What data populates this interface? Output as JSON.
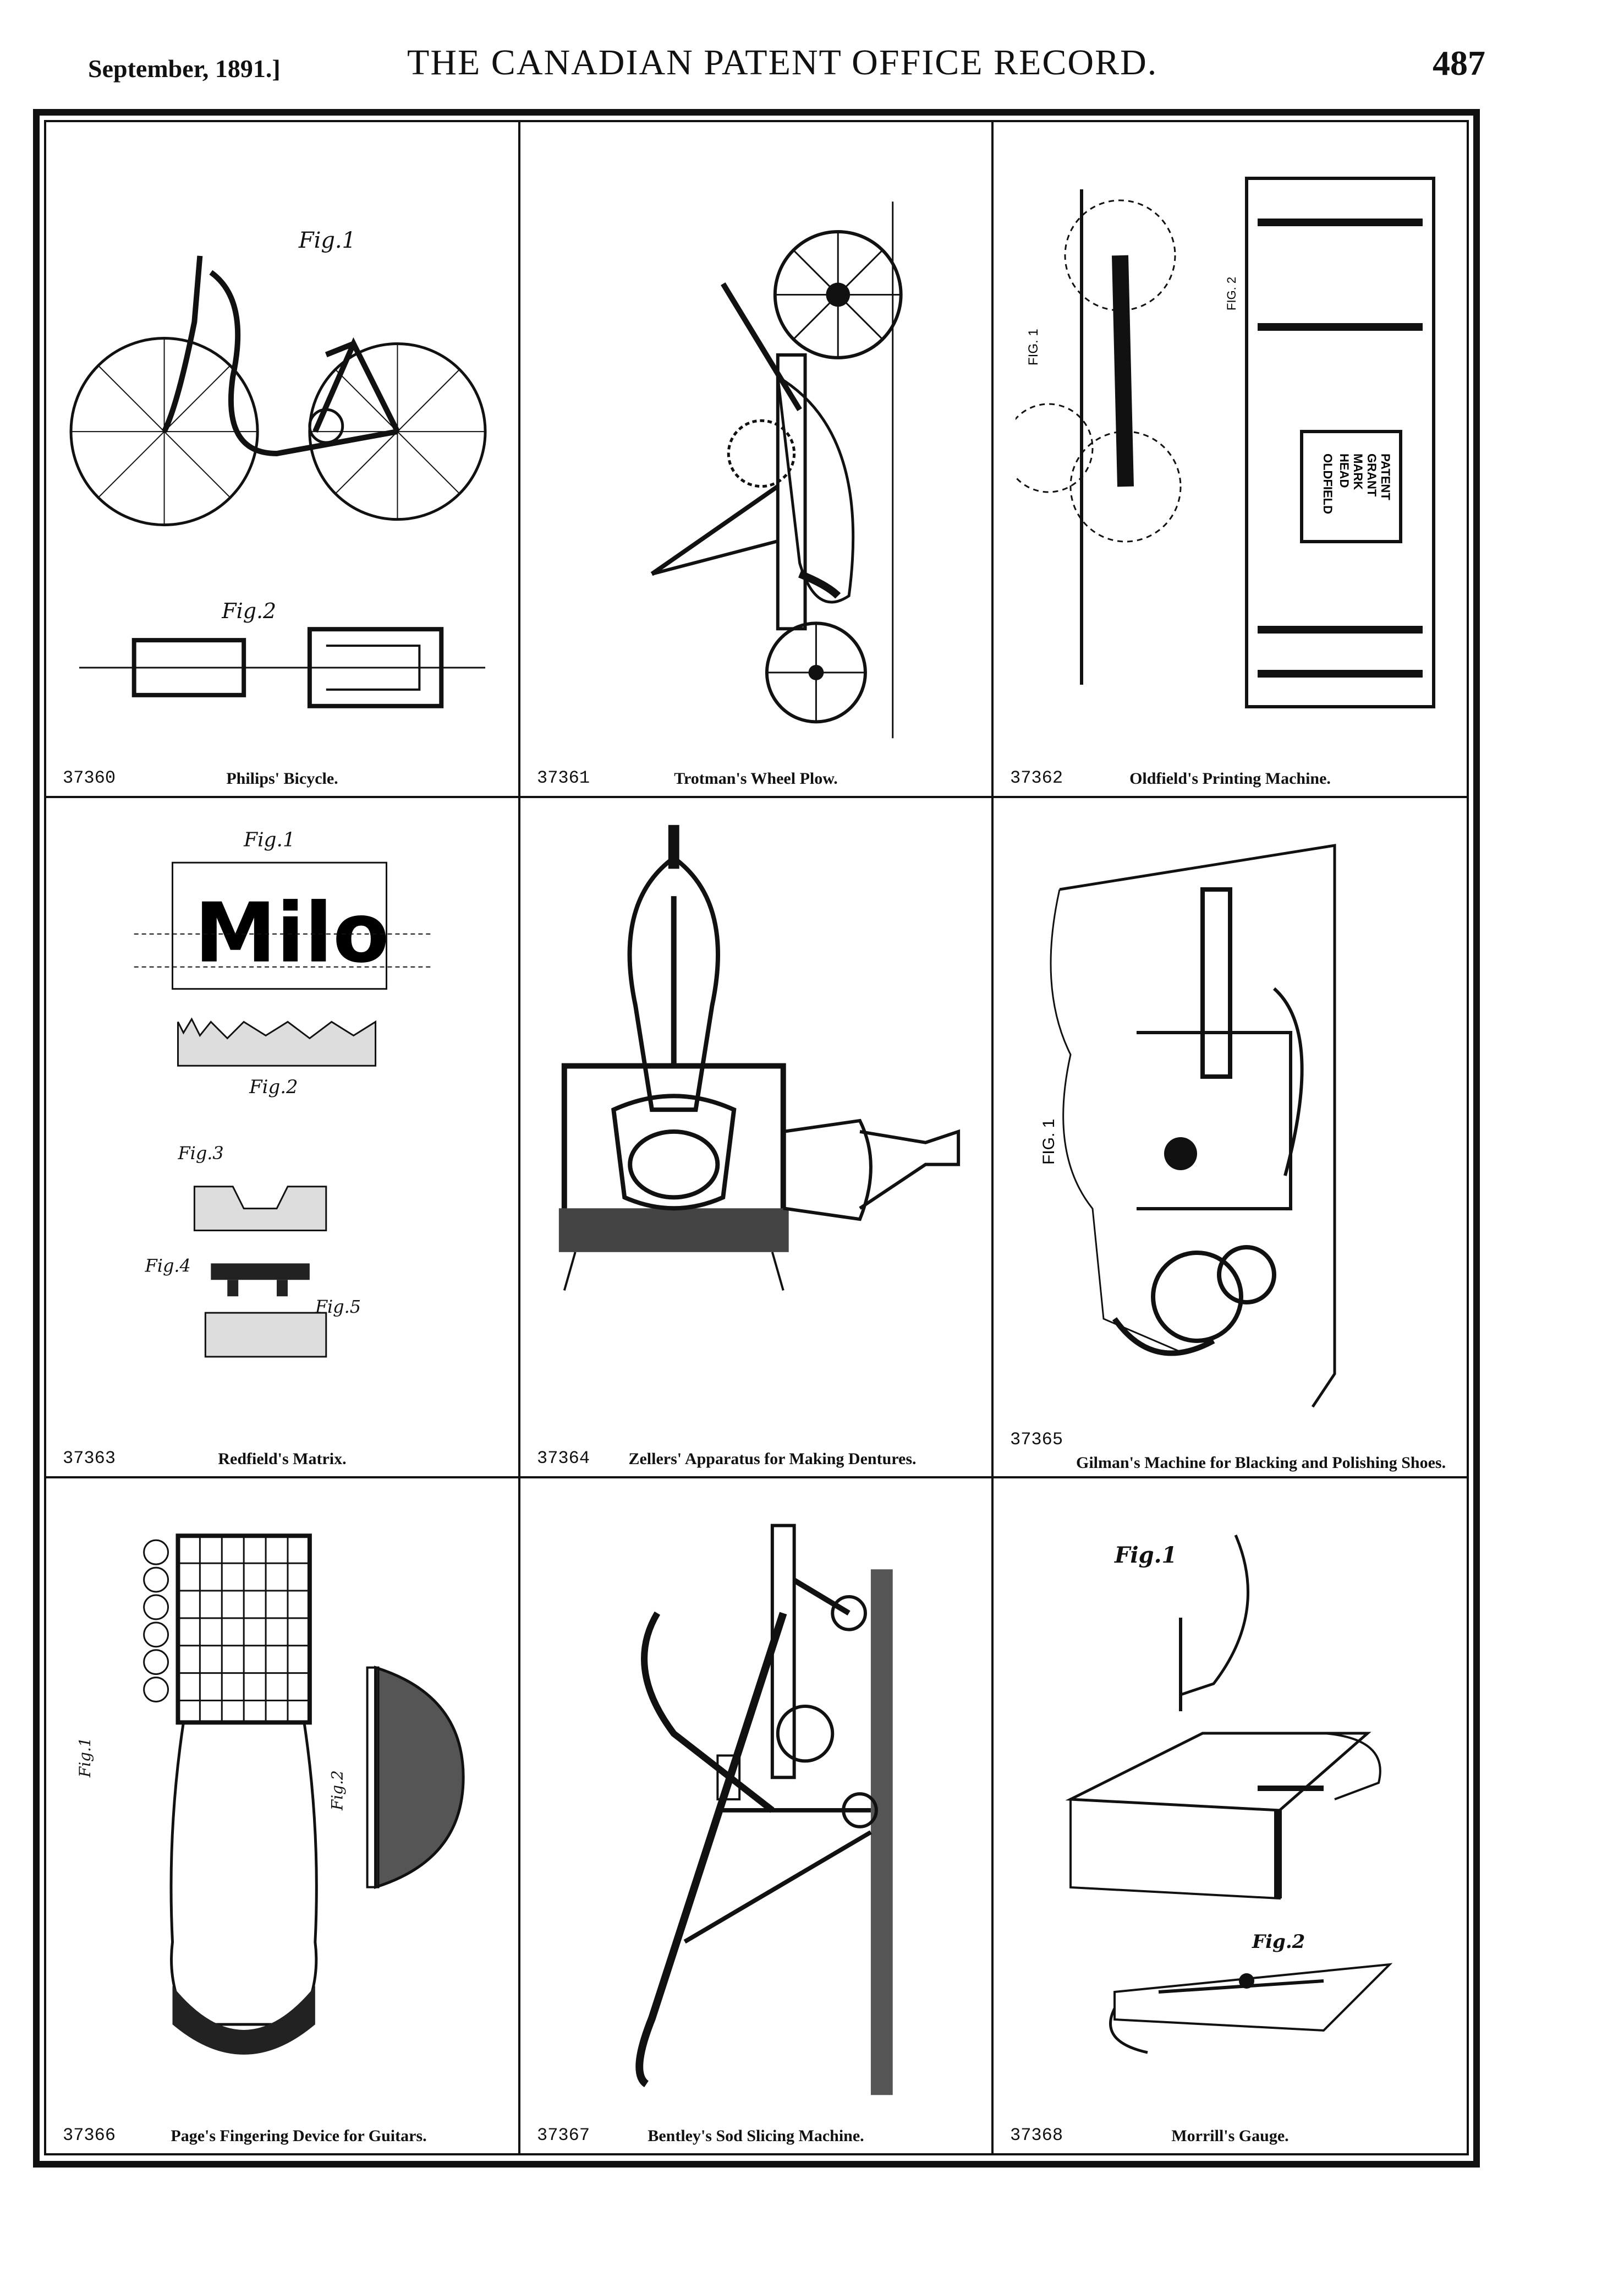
{
  "header": {
    "date": "September, 1891.]",
    "title": "THE CANADIAN PATENT OFFICE RECORD.",
    "page": "487"
  },
  "patents": [
    {
      "number": "37360",
      "title": "Philips' Bicycle.",
      "fig_labels": [
        "Fig.1",
        "Fig.2"
      ]
    },
    {
      "number": "37361",
      "title": "Trotman's Wheel Plow."
    },
    {
      "number": "37362",
      "title": "Oldfield's Printing Machine.",
      "fig_labels": [
        "FIG. 1",
        "FIG. 2"
      ],
      "box_text": [
        "OLDFIELD",
        "HEAD",
        "MARK",
        "GRANT",
        "PATENT"
      ]
    },
    {
      "number": "37363",
      "title": "Redfield's Matrix.",
      "fig_labels": [
        "Fig.1",
        "Fig.2",
        "Fig.3",
        "Fig.4",
        "Fig.5"
      ],
      "word": "Milo"
    },
    {
      "number": "37364",
      "title": "Zellers' Apparatus for Making Dentures."
    },
    {
      "number": "37365",
      "title": "Gilman's Machine for Blacking and Polishing Shoes.",
      "fig_labels": [
        "FIG. 1"
      ]
    },
    {
      "number": "37366",
      "title": "Page's Fingering Device for Guitars.",
      "fig_labels": [
        "Fig.1",
        "Fig.2"
      ]
    },
    {
      "number": "37367",
      "title": "Bentley's Sod Slicing Machine."
    },
    {
      "number": "37368",
      "title": "Morrill's Gauge.",
      "fig_labels": [
        "Fig.1",
        "Fig.2"
      ]
    }
  ]
}
